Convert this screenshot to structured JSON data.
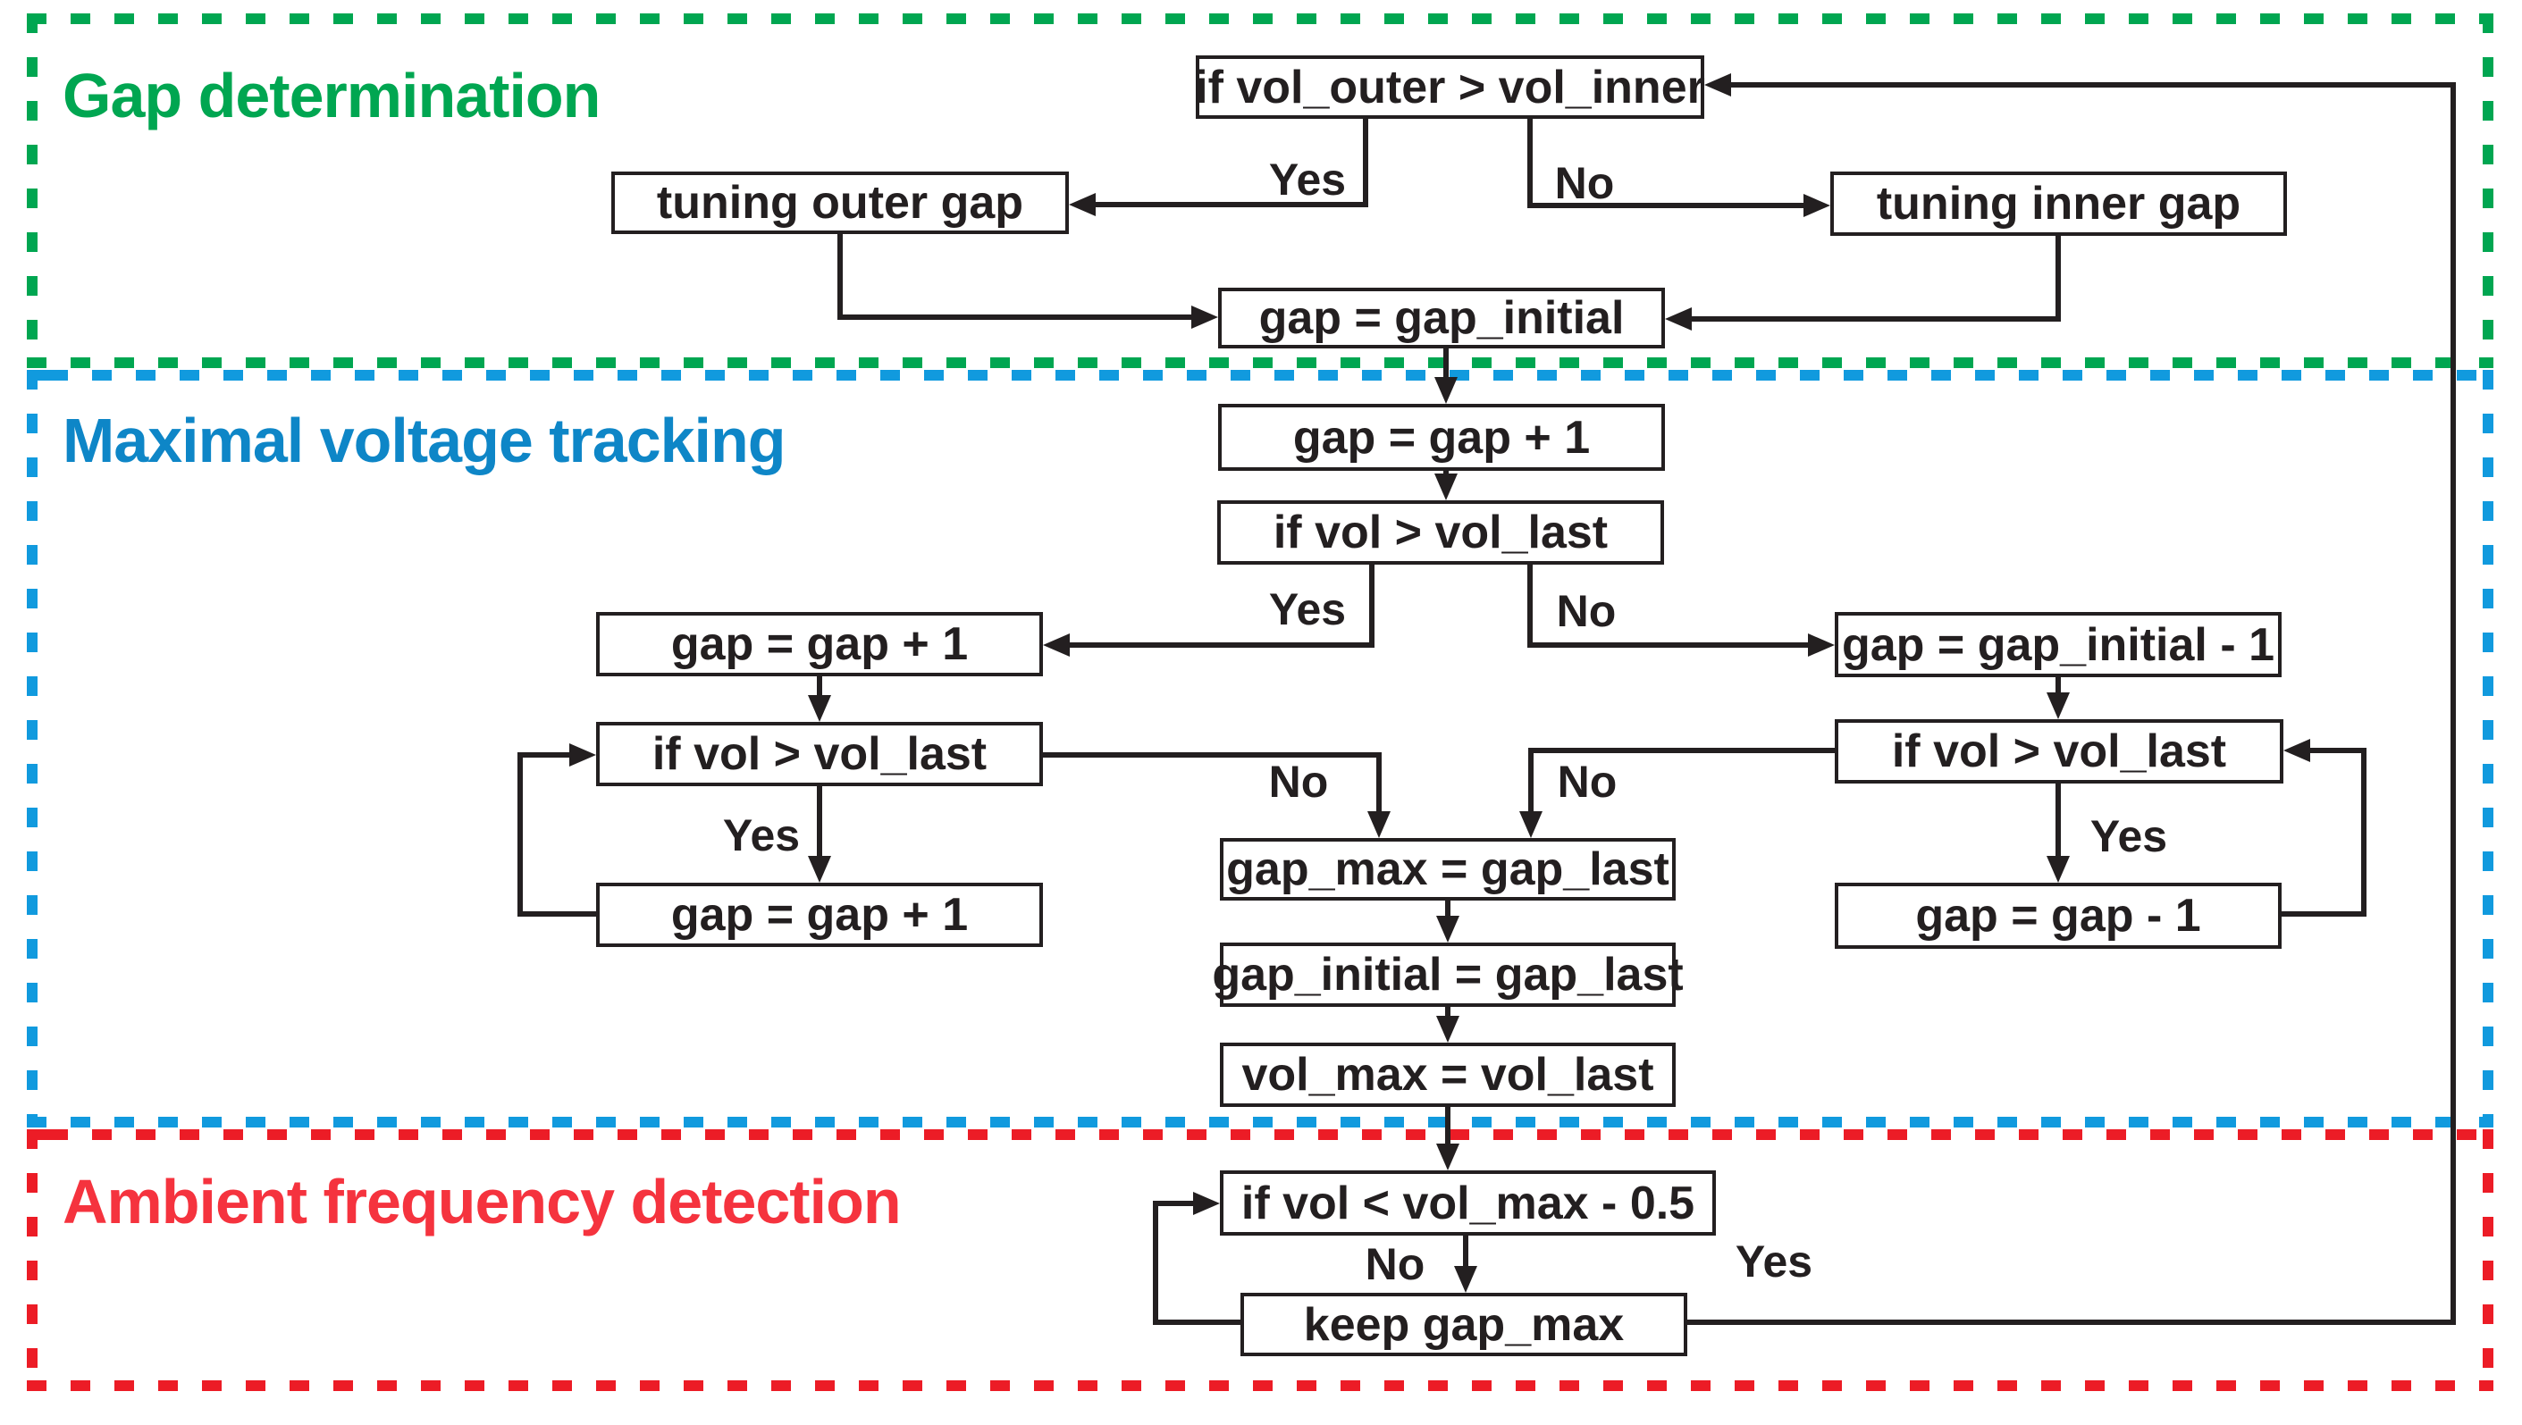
{
  "sections": {
    "gap_determination": {
      "title": "Gap determination"
    },
    "maximal_voltage_tracking": {
      "title": "Maximal voltage tracking"
    },
    "ambient_frequency_detection": {
      "title": "Ambient frequency detection"
    }
  },
  "nodes": {
    "if_vol_outer": {
      "label": "if vol_outer > vol_inner"
    },
    "tuning_outer": {
      "label": "tuning outer gap"
    },
    "tuning_inner": {
      "label": "tuning inner gap"
    },
    "gap_initial": {
      "label": "gap = gap_initial"
    },
    "gap_inc_mid": {
      "label": "gap = gap + 1"
    },
    "if_vol_mid": {
      "label": "if vol > vol_last"
    },
    "gap_inc_left": {
      "label": "gap = gap + 1"
    },
    "if_vol_left": {
      "label": "if vol > vol_last"
    },
    "gap_inc_left2": {
      "label": "gap = gap + 1"
    },
    "gap_initial_minus": {
      "label": "gap = gap_initial - 1"
    },
    "if_vol_right": {
      "label": "if vol > vol_last"
    },
    "gap_dec_right": {
      "label": "gap = gap - 1"
    },
    "gap_max": {
      "label": "gap_max = gap_last"
    },
    "gap_initial_last": {
      "label": "gap_initial = gap_last"
    },
    "vol_max": {
      "label": "vol_max = vol_last"
    },
    "if_vol_max": {
      "label": "if vol < vol_max - 0.5"
    },
    "keep_gap_max": {
      "label": "keep gap_max"
    }
  },
  "edge_labels": {
    "top_yes": "Yes",
    "top_no": "No",
    "mid_yes": "Yes",
    "mid_no": "No",
    "left_yes": "Yes",
    "left_no": "No",
    "right_yes": "Yes",
    "right_no": "No",
    "bottom_no": "No",
    "bottom_yes": "Yes"
  },
  "colors": {
    "green": "#00a651",
    "blue_border": "#119ade",
    "blue_title": "#0e86c7",
    "red_border": "#ec1c26",
    "red_title": "#f5333e",
    "ink": "#231f20"
  }
}
